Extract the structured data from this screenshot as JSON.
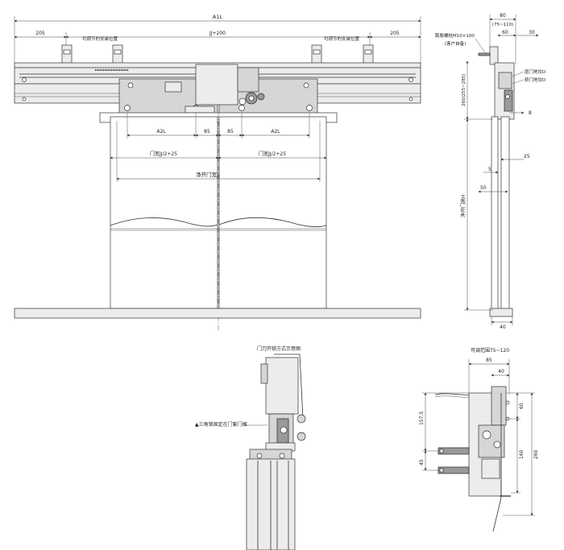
{
  "front_view": {
    "overall_width": "A1L",
    "left_margin": "205",
    "right_margin": "205",
    "rail_length": "JJ+200",
    "adjust_left": "可调节的安装位置",
    "adjust_right": "可调节的安装位置",
    "a2l_left": "A2L",
    "a2l_right": "A2L",
    "offset_left": "85",
    "offset_right": "85",
    "half_left": "门宽JJ/2+25",
    "half_right": "门宽JJ/2+25",
    "clear_opening": "净开门宽JJ"
  },
  "side_view": {
    "width_80": "80",
    "adjust_range": "(75~110)",
    "dim_60": "60",
    "dim_30": "30",
    "bolt_label": "膨胀螺栓M10×100",
    "bolt_note": "(客户自备)",
    "height_range": "260(255~285)",
    "hall_door_a": "层门地坎D",
    "hall_door_b": "轿门地坎D",
    "dim_8": "8",
    "dim_25": "25",
    "dim_5": "5",
    "dim_50": "50",
    "clear_height": "净开门高H",
    "dim_40": "40"
  },
  "detail_view": {
    "title": "门刀开锁方式示意图",
    "triangle_note": "▲三角锁固定在门套门楣"
  },
  "bracket_view": {
    "adjust_range": "可调范围75~120",
    "dim_85": "85",
    "dim_40": "40",
    "dim_157_5": "157.5",
    "dim_60": "60",
    "dim_160": "160",
    "dim_260": "260",
    "dim_45": "45"
  }
}
